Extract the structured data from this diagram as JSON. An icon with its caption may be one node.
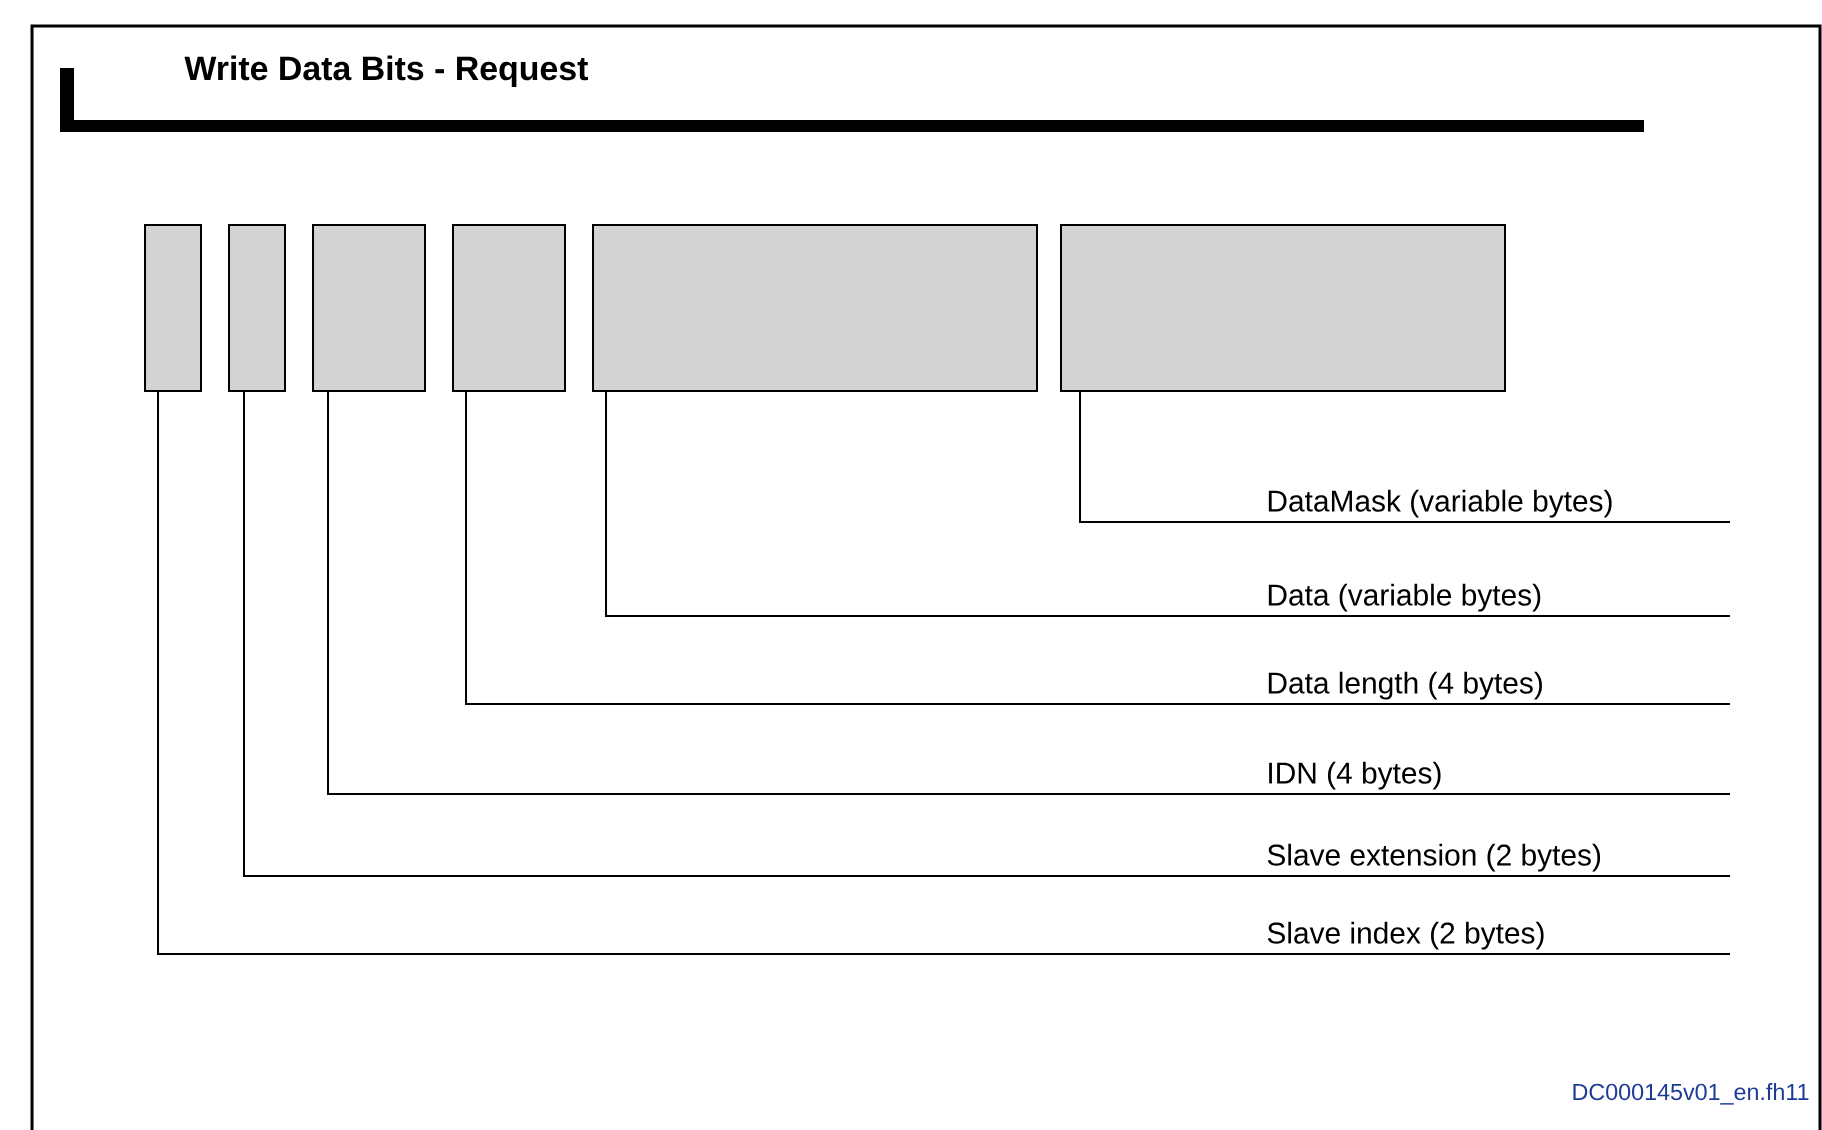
{
  "diagram": {
    "title": "Write Data Bits - Request",
    "nodes": [
      {
        "text": [],
        "shape": "box"
      },
      {
        "text": [],
        "shape": "box"
      },
      {
        "text": [],
        "shape": "box"
      },
      {
        "text": [],
        "shape": "box"
      },
      {
        "text": [],
        "shape": "box"
      },
      {
        "text": [],
        "shape": "box"
      },
      {
        "text": [
          "DataMask (variable bytes)"
        ]
      },
      {
        "text": [
          "Data (variable bytes)"
        ]
      },
      {
        "text": [
          "Data length (4 bytes)"
        ]
      },
      {
        "text": [
          "IDN (4 bytes)"
        ]
      },
      {
        "text": [
          "Slave extension (2 bytes)"
        ]
      },
      {
        "text": [
          "Slave index (2 bytes)"
        ]
      }
    ],
    "edges": [
      {
        "from": 6,
        "to": 5,
        "arrow": "none"
      },
      {
        "from": 7,
        "to": 4,
        "arrow": "none"
      },
      {
        "from": 8,
        "to": 3,
        "arrow": "none"
      },
      {
        "from": 9,
        "to": 2,
        "arrow": "none"
      },
      {
        "from": 10,
        "to": 1,
        "arrow": "none"
      },
      {
        "from": 11,
        "to": 0,
        "arrow": "none"
      }
    ],
    "labels": [
      "DC000145v01_en.fh11"
    ]
  }
}
